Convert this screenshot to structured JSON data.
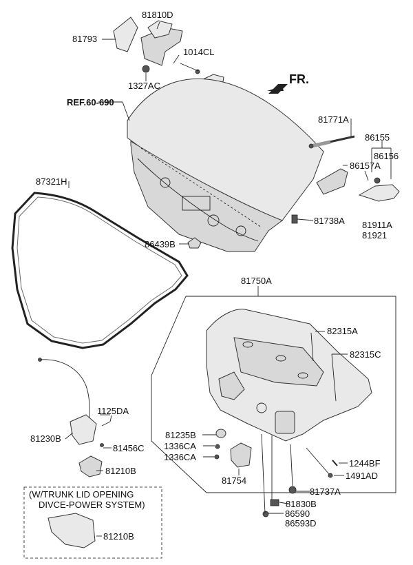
{
  "direction_label": "FR.",
  "ref_label": "REF.60-690",
  "note_box": {
    "line1": "(W/TRUNK LID OPENING",
    "line2": "DIVCE-POWER SYSTEM)"
  },
  "labels": {
    "p81810D": "81810D",
    "p81793": "81793",
    "p1014CL": "1014CL",
    "p1327AC": "1327AC",
    "p81771A": "81771A",
    "p86155": "86155",
    "p86156": "86156",
    "p86157A": "86157A",
    "p87321H": "87321H",
    "p81738A": "81738A",
    "p81911A": "81911A",
    "p81921": "81921",
    "p86439B": "86439B",
    "p81750A": "81750A",
    "p82315A": "82315A",
    "p82315C": "82315C",
    "p1125DA": "1125DA",
    "p81230B": "81230B",
    "p81456C": "81456C",
    "p81210B": "81210B",
    "p81235B": "81235B",
    "p1336CA_a": "1336CA",
    "p1336CA_b": "1336CA",
    "p81754": "81754",
    "p1244BF": "1244BF",
    "p1491AD": "1491AD",
    "p81737A": "81737A",
    "p81830B": "81830B",
    "p86590": "86590",
    "p86593D": "86593D",
    "p81210B_power": "81210B"
  }
}
